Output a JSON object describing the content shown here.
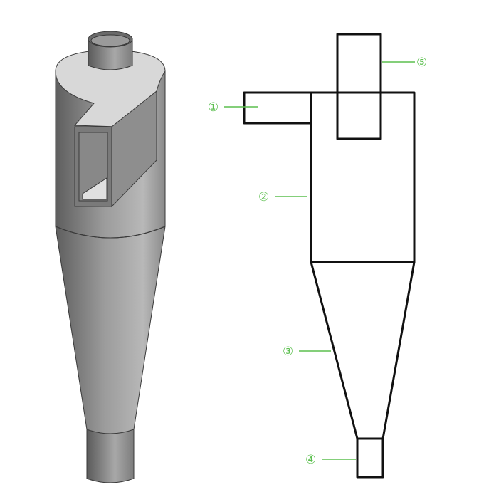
{
  "colors": {
    "outline": "#111111",
    "callout": "#5cbf4f",
    "body_light": "#d6d6d6",
    "body_mid": "#9a9a9a",
    "body_dark": "#6e6e6e"
  },
  "schematic": {
    "labels": [
      {
        "id": "inlet",
        "text": "①"
      },
      {
        "id": "cylinder-body",
        "text": "②"
      },
      {
        "id": "cone",
        "text": "③"
      },
      {
        "id": "dust-outlet",
        "text": "④"
      },
      {
        "id": "gas-outlet-tube",
        "text": "⑤"
      }
    ]
  }
}
